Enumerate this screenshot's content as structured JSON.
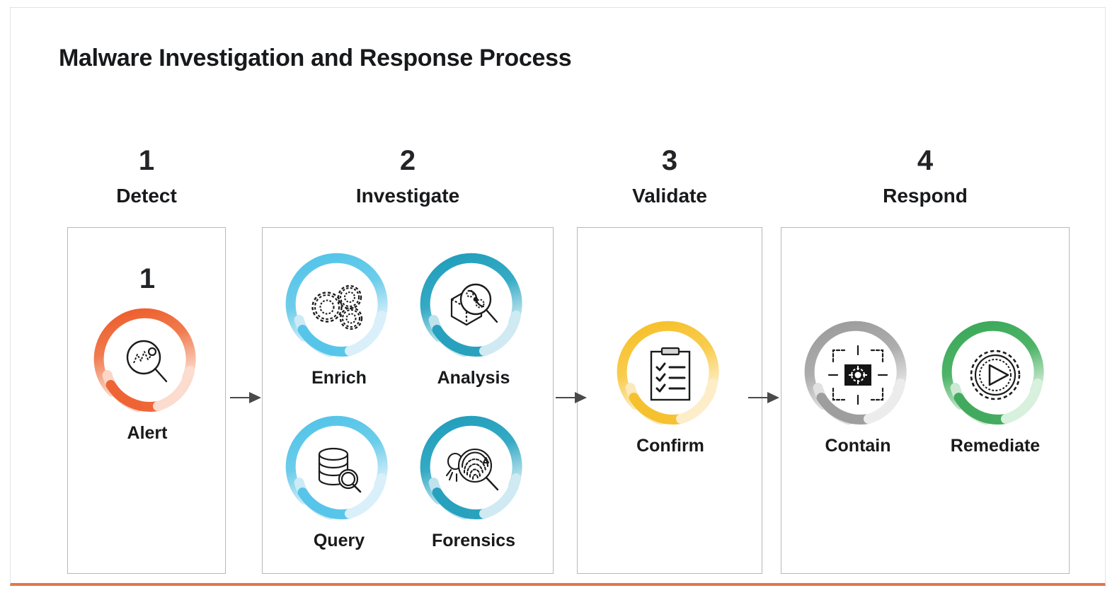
{
  "page": {
    "title": "Malware Investigation and Response Process",
    "accent_bottom_color": "#e8734a",
    "card_border_color": "#e3e3e3",
    "panel_border_color": "#b8b8b8",
    "arrow_color": "#4a4a4a",
    "background": "#ffffff"
  },
  "stages": [
    {
      "number": "1",
      "name": "Detect",
      "panel_number": "1",
      "nodes": [
        {
          "label": "Alert",
          "icon": "magnifier-waveform-icon",
          "ring_color": "#ee5a28",
          "ring_color_faded": "#f9c4ad"
        }
      ]
    },
    {
      "number": "2",
      "name": "Investigate",
      "panel_number": "",
      "nodes": [
        {
          "label": "Enrich",
          "icon": "gears-icon",
          "ring_color": "#4fc3e8",
          "ring_color_faded": "#c5e9f6"
        },
        {
          "label": "Analysis",
          "icon": "hexagon-magnifier-icon",
          "ring_color": "#1f9dbb",
          "ring_color_faded": "#b5e0ea"
        },
        {
          "label": "Query",
          "icon": "database-magnifier-icon",
          "ring_color": "#4fc3e8",
          "ring_color_faded": "#c5e9f6"
        },
        {
          "label": "Forensics",
          "icon": "fingerprint-magnifier-icon",
          "ring_color": "#1f9dbb",
          "ring_color_faded": "#b5e0ea"
        }
      ]
    },
    {
      "number": "3",
      "name": "Validate",
      "panel_number": "",
      "nodes": [
        {
          "label": "Confirm",
          "icon": "clipboard-checklist-icon",
          "ring_color": "#f6bf26",
          "ring_color_faded": "#fbe7b3"
        }
      ]
    },
    {
      "number": "4",
      "name": "Respond",
      "panel_number": "",
      "nodes": [
        {
          "label": "Contain",
          "icon": "crosshair-virus-icon",
          "ring_color": "#9a9a9a",
          "ring_color_faded": "#dcdcdc"
        },
        {
          "label": "Remediate",
          "icon": "gear-play-icon",
          "ring_color": "#3aa757",
          "ring_color_faded": "#b7e0c1"
        }
      ]
    }
  ],
  "arrows": [
    {
      "name": "arrow-detect-to-investigate"
    },
    {
      "name": "arrow-investigate-to-validate"
    },
    {
      "name": "arrow-validate-to-respond"
    }
  ]
}
